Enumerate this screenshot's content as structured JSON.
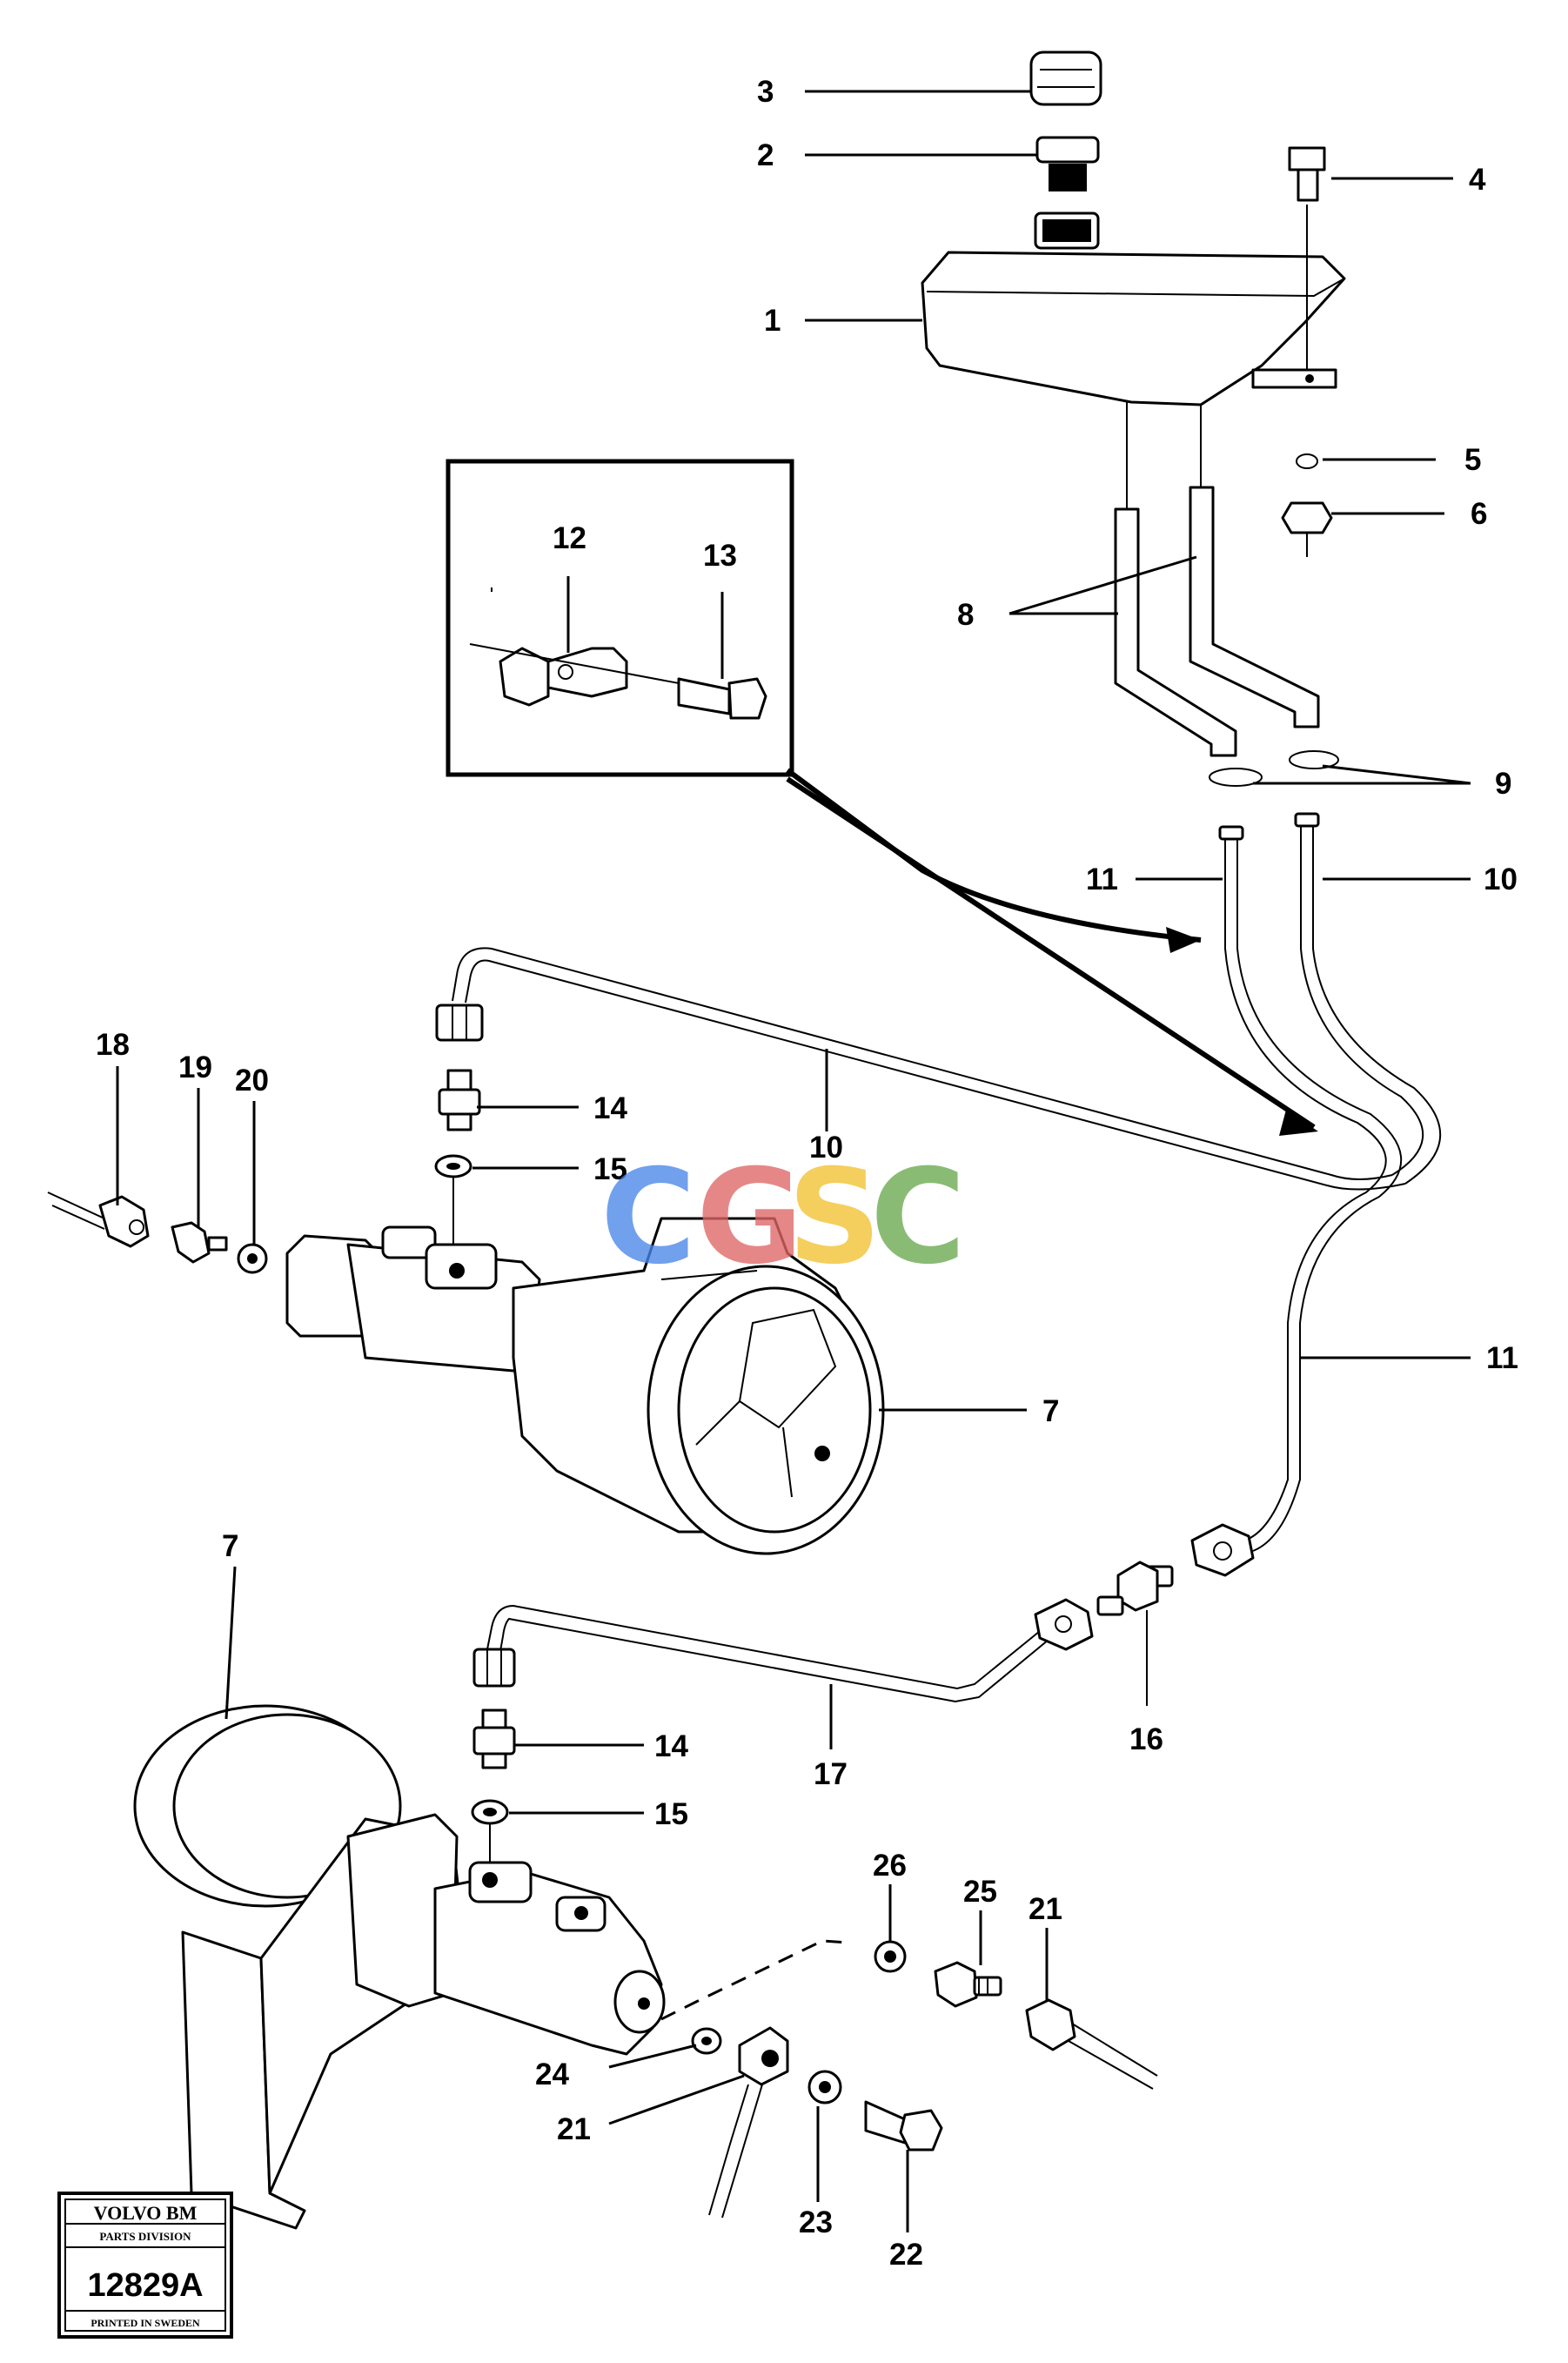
{
  "watermark": {
    "letters": [
      "C",
      "G",
      "S",
      "C"
    ],
    "colors": [
      "#4a86e8",
      "#e06666",
      "#f1c232",
      "#6aa84f"
    ]
  },
  "stamp": {
    "brand": "VOLVO BM",
    "division": "PARTS DIVISION",
    "number": "12829A",
    "printed": "PRINTED IN SWEDEN"
  },
  "callouts": {
    "c1": "1",
    "c2": "2",
    "c3": "3",
    "c4": "4",
    "c5": "5",
    "c6": "6",
    "c7a": "7",
    "c7b": "7",
    "c8": "8",
    "c9": "9",
    "c10a": "10",
    "c10b": "10",
    "c11a": "11",
    "c11b": "11",
    "c12": "12",
    "c13": "13",
    "c14a": "14",
    "c14b": "14",
    "c15a": "15",
    "c15b": "15",
    "c16": "16",
    "c17": "17",
    "c18": "18",
    "c19": "19",
    "c20": "20",
    "c21a": "21",
    "c21b": "21",
    "c22": "22",
    "c23": "23",
    "c24": "24",
    "c25": "25",
    "c26": "26"
  }
}
